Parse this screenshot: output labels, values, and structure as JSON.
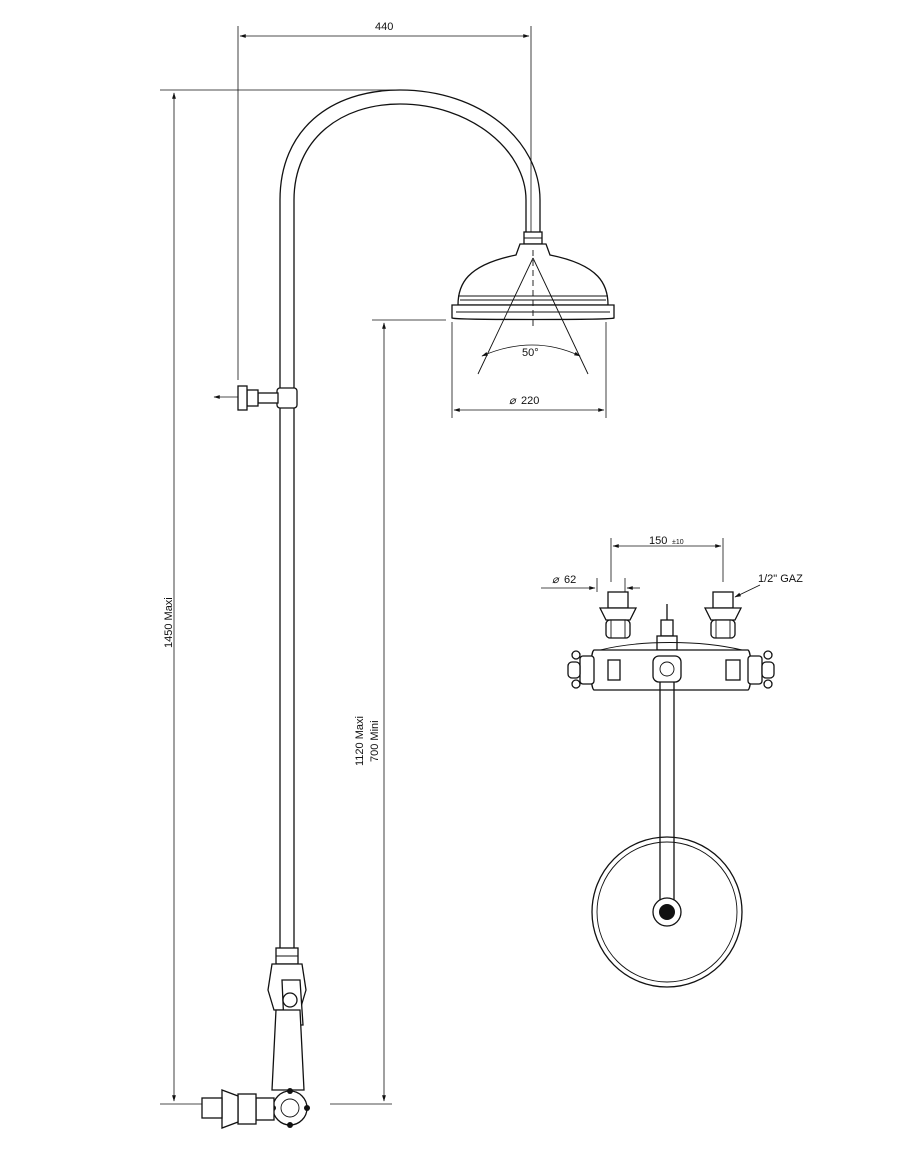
{
  "drawing": {
    "dimensions": {
      "overhang_width": "440",
      "total_height": "1450 Maxi",
      "head_height_max": "1120 Maxi",
      "head_height_min": "700 Mini",
      "spray_angle": "50°",
      "head_diameter": "220",
      "inlet_spacing": "150",
      "inlet_spacing_tolerance": "±10",
      "escutcheon_diameter": "62",
      "thread_size": "1/2\" GAZ"
    },
    "symbols": {
      "diameter": "⌀"
    }
  }
}
